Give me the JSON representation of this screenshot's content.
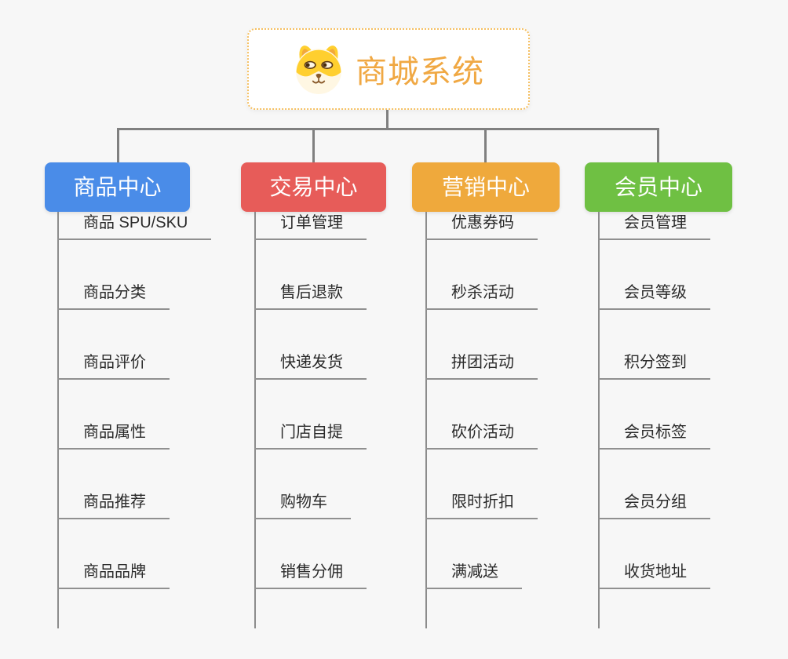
{
  "root": {
    "title": "商城系统",
    "icon": "shiba-dog-icon",
    "title_color": "#F0A843",
    "border_color": "#F5C063"
  },
  "connector_color": "#808080",
  "underline_color": "#909090",
  "branches": [
    {
      "label": "商品中心",
      "color": "#4A8CE8",
      "children": [
        "商品 SPU/SKU",
        "商品分类",
        "商品评价",
        "商品属性",
        "商品推荐",
        "商品品牌"
      ]
    },
    {
      "label": "交易中心",
      "color": "#E75C59",
      "children": [
        "订单管理",
        "售后退款",
        "快递发货",
        "门店自提",
        "购物车",
        "销售分佣"
      ]
    },
    {
      "label": "营销中心",
      "color": "#EFA93C",
      "children": [
        "优惠券码",
        "秒杀活动",
        "拼团活动",
        "砍价活动",
        "限时折扣",
        "满减送"
      ]
    },
    {
      "label": "会员中心",
      "color": "#6FC043",
      "children": [
        "会员管理",
        "会员等级",
        "积分签到",
        "会员标签",
        "会员分组",
        "收货地址"
      ]
    }
  ]
}
